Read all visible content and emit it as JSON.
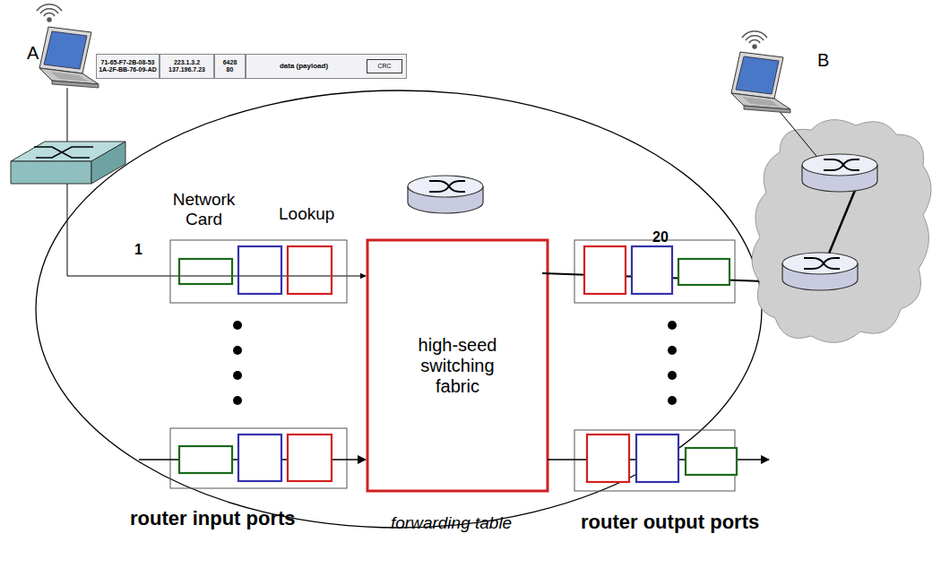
{
  "diagram": {
    "nodes": [
      {
        "text": [
          "71-65-F7-2B-08-53",
          "1A-2F-BB-76-09-AD"
        ]
      },
      {
        "text": [
          "223.1.3.2",
          "137.196.7.23"
        ]
      },
      {
        "text": [
          "6428",
          "80"
        ]
      },
      {
        "text": [
          "data (payload)"
        ]
      },
      {
        "text": [
          "CRC"
        ],
        "in": 3
      },
      {
        "text": [
          "high-seed switching fabric"
        ]
      }
    ],
    "labels": [
      "A",
      "B",
      "Network Card",
      "Lookup",
      "1",
      "20",
      "router input ports",
      "forwarding table",
      "router output ports"
    ]
  }
}
